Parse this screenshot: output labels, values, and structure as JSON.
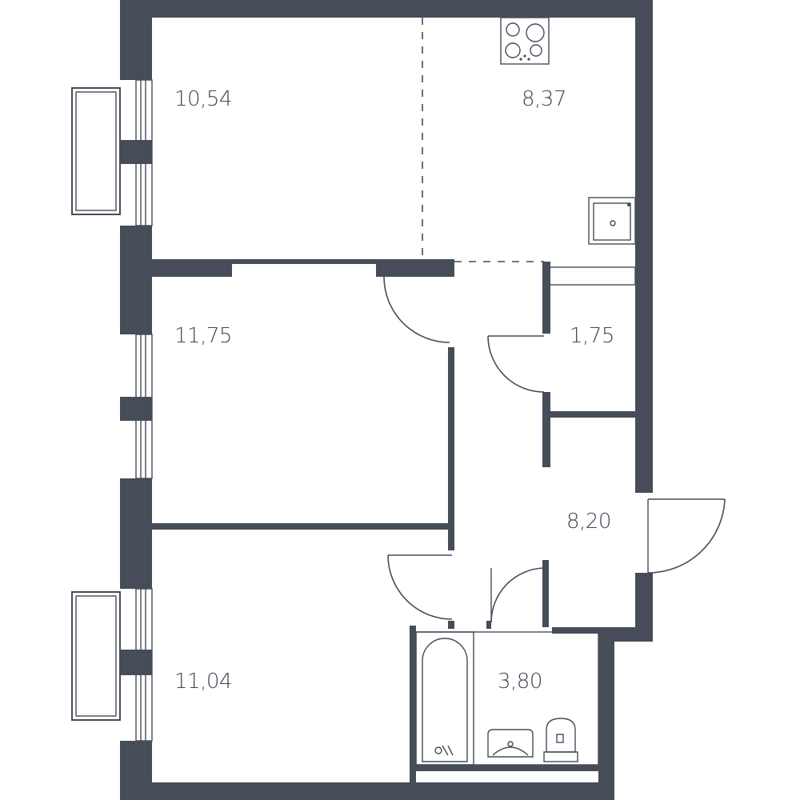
{
  "plan": {
    "rooms": [
      {
        "id": "room-1",
        "area": "10,54"
      },
      {
        "id": "kitchen",
        "area": "8,37"
      },
      {
        "id": "room-2",
        "area": "11,75"
      },
      {
        "id": "wc",
        "area": "1,75"
      },
      {
        "id": "hall",
        "area": "8,20"
      },
      {
        "id": "room-3",
        "area": "11,04"
      },
      {
        "id": "bathroom",
        "area": "3,80"
      }
    ],
    "colors": {
      "wall": "#474c59",
      "background": "#ffffff"
    }
  }
}
